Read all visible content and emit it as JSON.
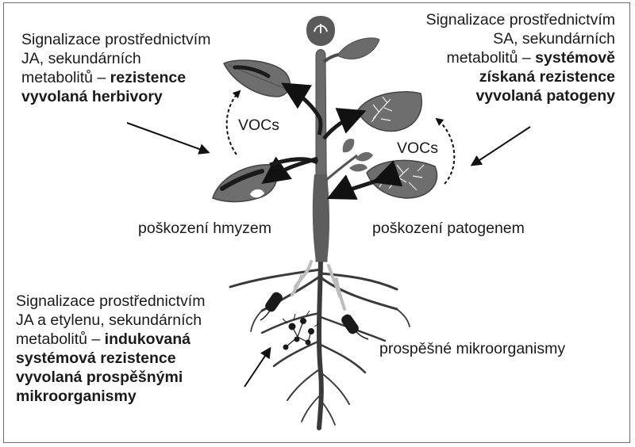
{
  "texts": {
    "herbivore_signal": {
      "l1": "Signalizace prostřednictvím",
      "l2": "JA, sekundárních",
      "l3a": "metabolitů – ",
      "l3b": "rezistence",
      "l4": "vyvolaná herbivory"
    },
    "pathogen_signal": {
      "l1": "Signalizace prostřednictvím",
      "l2": "SA, sekundárních",
      "l3a": "metabolitů – ",
      "l3b": "systémově",
      "l4": "získaná rezistence",
      "l5": "vyvolaná patogeny"
    },
    "microbe_signal": {
      "l1": "Signalizace prostřednictvím",
      "l2": "JA a etylenu, sekundárních",
      "l3a": "metabolitů – ",
      "l3b": "indukovaná",
      "l4": "systémová rezistence",
      "l5": "vyvolaná prospěšnými",
      "l6": "mikroorganismy"
    },
    "insect_damage": "poškození hmyzem",
    "pathogen_damage": "poškození patogenem",
    "beneficial_microbes": "prospěšné mikroorganismy",
    "vocs_left": "VOCs",
    "vocs_right": "VOCs"
  }
}
